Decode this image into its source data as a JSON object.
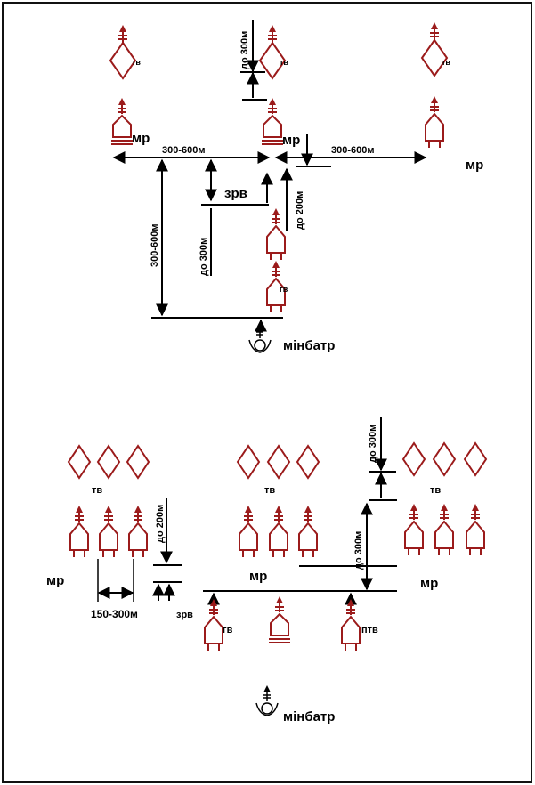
{
  "labels": {
    "tv": "тв",
    "mr": "мр",
    "gv": "гв",
    "zrv": "зрв",
    "ptv": "птв",
    "minbatr": "мінбатр",
    "d300_600": "300-600м",
    "do300": "до 300м",
    "do200": "до 200м",
    "d150_300": "150-300м"
  },
  "colors": {
    "unit": "#9b1b1b",
    "line": "#000000"
  }
}
